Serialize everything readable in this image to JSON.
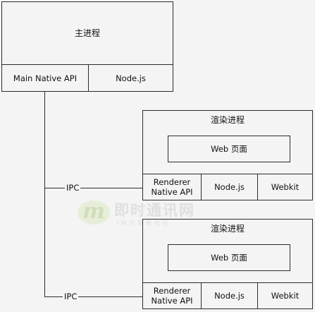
{
  "main_process": {
    "title": "主进程",
    "left_cell": "Main Native API",
    "right_cell": "Node.js"
  },
  "renderers": [
    {
      "title": "渲染进程",
      "inner": "Web 页面",
      "cells": [
        "Renderer\nNative API",
        "Node.js",
        "Webkit"
      ],
      "ipc_label": "IPC"
    },
    {
      "title": "渲染进程",
      "inner": "Web 页面",
      "cells": [
        "Renderer\nNative API",
        "Node.js",
        "Webkit"
      ],
      "ipc_label": "IPC"
    }
  ],
  "watermark": {
    "logo_letter": "m",
    "main_text": "即时通讯网",
    "sub_text": "IM开发者社区"
  }
}
